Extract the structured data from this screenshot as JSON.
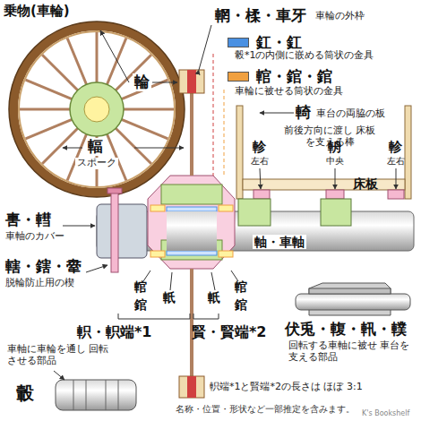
{
  "diagram": {
    "title": "乗物(車輪)",
    "labels": [
      "輞・楺・車牙",
      "車輪の外枠",
      "轂*1の内側に嵌める筒状の金具",
      "車輪に被せる筒状の金具",
      "輪",
      "輢",
      "車台の両脇の板",
      "前後方向に渡し 床板を支える棒",
      "軫",
      "左右",
      "輈",
      "中央",
      "軫",
      "左右",
      "床板",
      "輻",
      "スポーク",
      "軎・轊",
      "車軸のカバー",
      "軸・車軸",
      "轄・鎋・舝",
      "脱輪防止用の楔",
      "輨",
      "錧",
      "軝",
      "軝",
      "輨",
      "錧",
      "軹・軹端*1",
      "賢・賢端*2",
      "伏兎・輹・軐・轐",
      "回転する車軸に被せ 車台を支える部品",
      "車軸に車輪を通し 回転させる部品",
      "轂",
      "軹端*1と賢端*2の長さは ほぼ 3:1",
      "名称・位置・形状など一部推定を含みます。",
      "K's Bookshelf"
    ],
    "legend": [
      {
        "text": "釭・釭",
        "color": "#4a90e2"
      },
      {
        "text": "輨・錧・錧",
        "color": "#f0a040"
      }
    ]
  }
}
